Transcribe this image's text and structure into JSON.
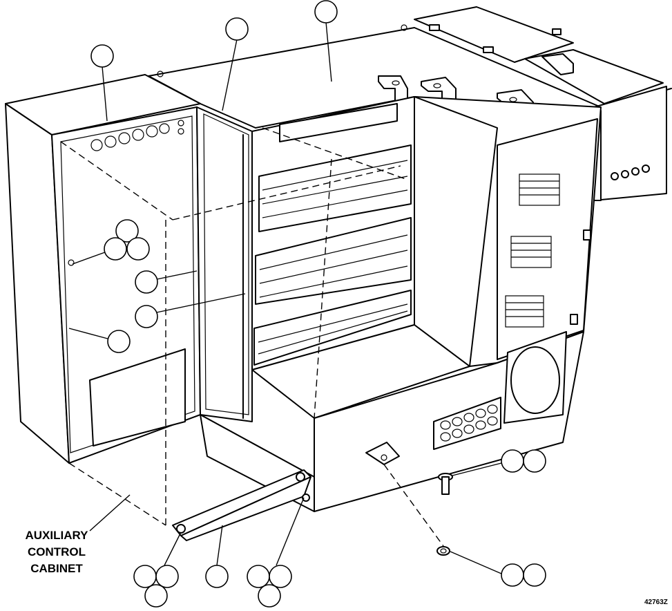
{
  "callout": {
    "label_lines": [
      "AUXILIARY",
      "CONTROL",
      "CABINET"
    ]
  },
  "figure_id": "42763Z"
}
